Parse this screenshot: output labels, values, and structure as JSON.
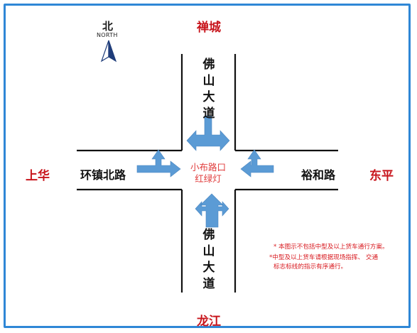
{
  "directions": {
    "north": "禅城",
    "south": "龙江",
    "west": "上华",
    "east": "东平"
  },
  "compass": {
    "cn": "北",
    "en": "NORTH"
  },
  "roads": {
    "north_road": "佛山大道",
    "south_road": "佛山大道",
    "west_road": "环镇北路",
    "east_road": "裕和路"
  },
  "intersection": {
    "line1": "小布路口",
    "line2": "红绿灯"
  },
  "notes": {
    "note1": "* 本图示不包括中型及以上货车通行方案。",
    "note2_line1": "*中型及以上货车请根据现场指挥、 交通",
    "note2_line2": "标志标线的指示有序通行。"
  },
  "colors": {
    "border": "#2f87d6",
    "direction_text": "#c8161d",
    "arrow_fill": "#5b9bd5",
    "road_line": "#111111",
    "note_text": "#d8191f"
  }
}
